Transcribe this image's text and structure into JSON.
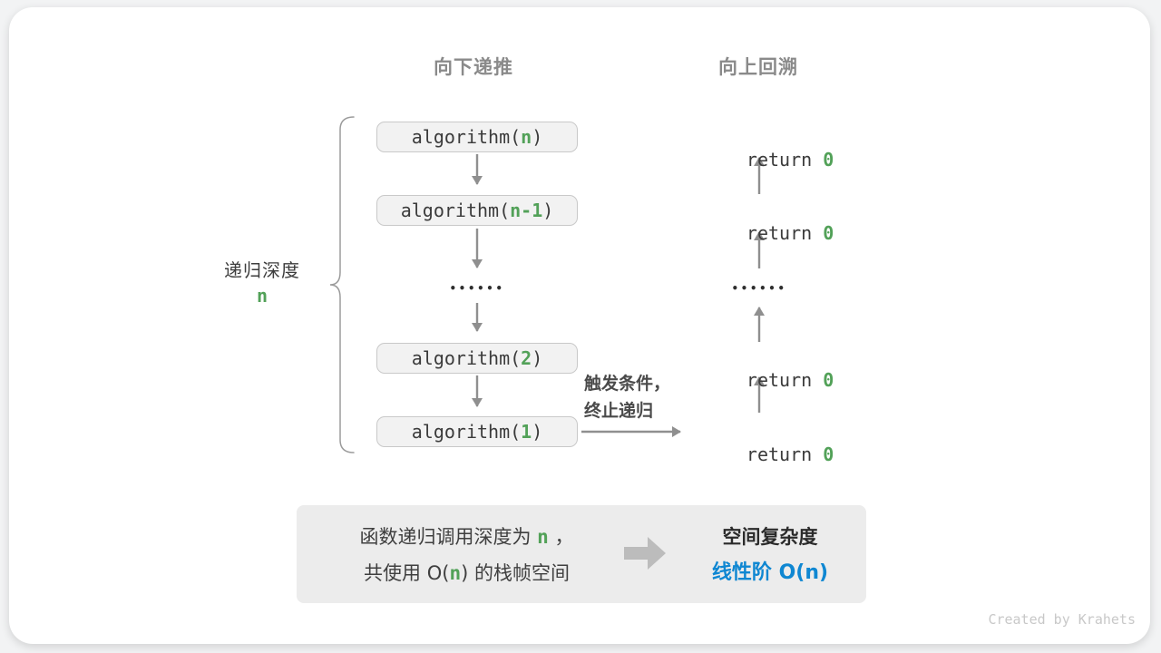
{
  "colors": {
    "accent-green": "#52a158",
    "accent-blue": "#0f87d2"
  },
  "headers": {
    "down": "向下递推",
    "up": "向上回溯"
  },
  "depth": {
    "label": "递归深度",
    "value": "n"
  },
  "flow": {
    "dots": "••••••",
    "calls": [
      {
        "pre": "algorithm(",
        "arg": "n",
        "post": ")"
      },
      {
        "pre": "algorithm(",
        "arg": "n-1",
        "post": ")"
      },
      {
        "pre": "algorithm(",
        "arg": "2",
        "post": ")"
      },
      {
        "pre": "algorithm(",
        "arg": "1",
        "post": ")"
      }
    ],
    "returns": [
      {
        "pre": "return ",
        "val": "0"
      },
      {
        "pre": "return ",
        "val": "0"
      },
      {
        "pre": "return ",
        "val": "0"
      },
      {
        "pre": "return ",
        "val": "0"
      }
    ],
    "base_case": {
      "line1": "触发条件，",
      "line2": "终止递归"
    }
  },
  "summary": {
    "line1": {
      "pre": "函数递归调用深度为 ",
      "var": "n",
      "post": " ，"
    },
    "line2": {
      "pre": "共使用 O(",
      "var": "n",
      "post": ") 的栈帧空间"
    },
    "result_title": "空间复杂度",
    "result_value": "线性阶 O(n)"
  },
  "credit": "Created by Krahets"
}
